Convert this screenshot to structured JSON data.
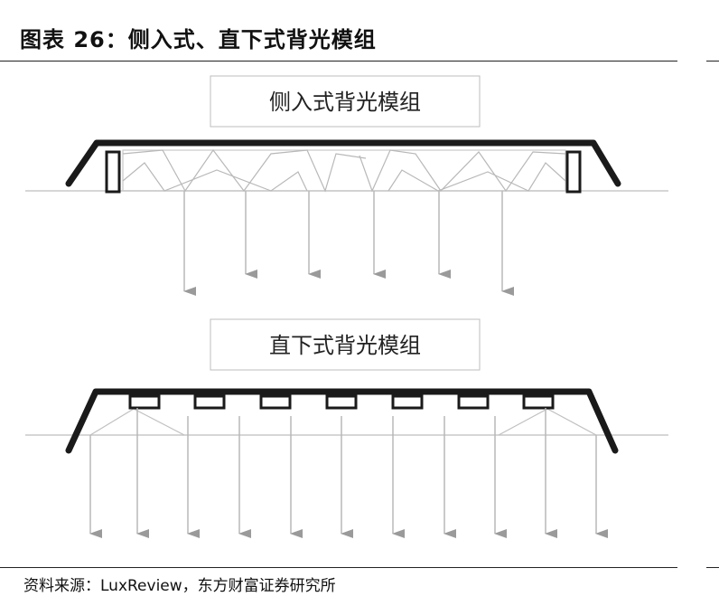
{
  "figure": {
    "title": "图表 26：侧入式、直下式背光模组",
    "source": "资料来源：LuxReview，东方财富证券研究所"
  },
  "panels": [
    {
      "id": "edge-lit",
      "label": "侧入式背光模组"
    },
    {
      "id": "direct-lit",
      "label": "直下式背光模组"
    }
  ],
  "colors": {
    "frame": "#1a1a1a",
    "light_path": "#b8b8b8",
    "arrow": "#9a9a9a",
    "baseline": "#c8c8c8"
  }
}
